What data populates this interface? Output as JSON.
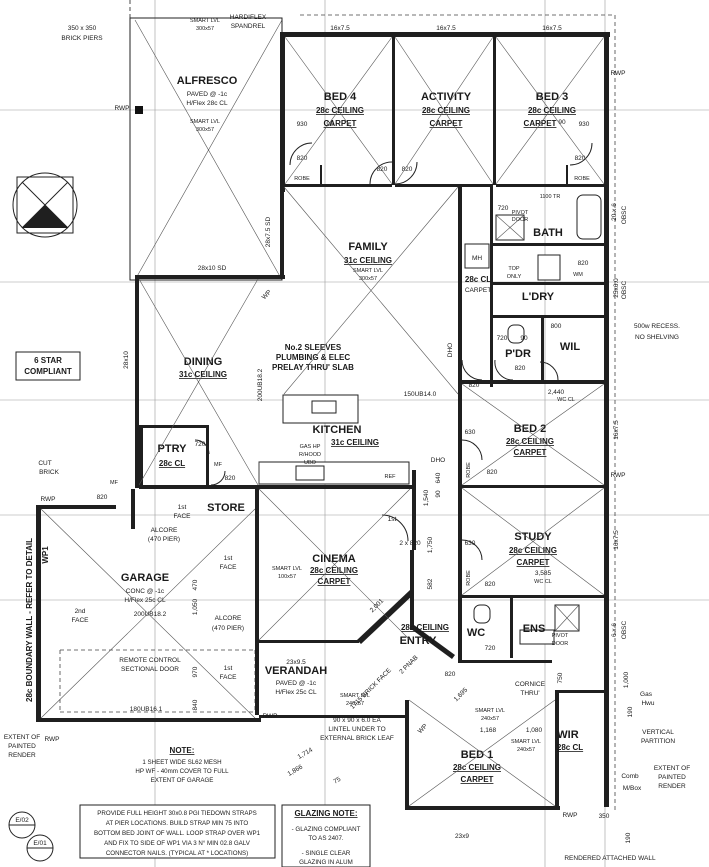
{
  "rooms": {
    "alfresco": {
      "name": "ALFRESCO",
      "l1": "PAVED @ -1c",
      "l2": "H/Flex  28c CL"
    },
    "bed4": {
      "name": "BED 4",
      "ceiling": "28c CEILING",
      "floor": "CARPET"
    },
    "activity": {
      "name": "ACTIVITY",
      "ceiling": "28c CEILING",
      "floor": "CARPET"
    },
    "bed3": {
      "name": "BED 3",
      "ceiling": "28c CEILING",
      "floor": "CARPET"
    },
    "family": {
      "name": "FAMILY",
      "ceiling": "31c CEILING",
      "beam": "SMART LVL",
      "beam_size": "300x57"
    },
    "bath": {
      "name": "BATH"
    },
    "ldry": {
      "name": "L'DRY"
    },
    "pdr": {
      "name": "P'DR"
    },
    "wil": {
      "name": "WIL"
    },
    "dining": {
      "name": "DINING",
      "ceiling": "31c CEILING"
    },
    "kitchen": {
      "name": "KITCHEN",
      "ceiling": "31c CEILING"
    },
    "bed2": {
      "name": "BED 2",
      "ceiling": "28c CEILING",
      "floor": "CARPET"
    },
    "ptry": {
      "name": "PTRY",
      "ceiling": "28c CL"
    },
    "store": {
      "name": "STORE"
    },
    "study": {
      "name": "STUDY",
      "ceiling": "28c CEILING",
      "floor": "CARPET"
    },
    "garage": {
      "name": "GARAGE",
      "l1": "CONC @ -1c",
      "l2": "H/Flex  25c CL"
    },
    "cinema": {
      "name": "CINEMA",
      "ceiling": "28c CEILING",
      "floor": "CARPET"
    },
    "entry": {
      "name": "ENTRY",
      "ceiling": "28c CEILING"
    },
    "wc": {
      "name": "WC"
    },
    "ens": {
      "name": "ENS"
    },
    "verandah": {
      "name": "VERANDAH",
      "size": "23x9.5",
      "l1": "PAVED @ -1c",
      "l2": "H/Flex  25c CL"
    },
    "bed1": {
      "name": "BED 1",
      "ceiling": "28c CEILING",
      "floor": "CARPET"
    },
    "wir": {
      "name": "WIR",
      "ceiling": "28c CL"
    }
  },
  "labels": {
    "brick_piers": "350 x 350",
    "brick_piers2": "BRICK PIERS",
    "hardiflex": "HARDIFLEX",
    "spandrel": "SPANDREL",
    "smart_lvl": "SMART LVL",
    "lvl_300": "300x57",
    "rwp": "RWP",
    "top_16x75": "16x7.5",
    "d930": "930",
    "d90": "90",
    "d820": "820",
    "robe": "ROBE",
    "x28x75sd": "28x7.5 SD",
    "x28x10sd": "28x10 SD",
    "x28x10": "28x10",
    "wp": "WP",
    "d720": "720",
    "mh": "MH",
    "top_only": "TOP",
    "only": "ONLY",
    "wm": "WM",
    "tub": "1100 TR",
    "pivot": "PIVOT",
    "door": "DOOR",
    "d800": "800",
    "recess1": "500w RECESS.",
    "recess2": "NO SHELVING",
    "dho": "DHO",
    "plumb1": "No.2 SLEEVES",
    "plumb2": "PLUMBING & ELEC",
    "plumb3": "PRELAY THRU' SLAB",
    "ub182": "200UB18.2",
    "ub14": "150UB14.0",
    "d2440": "2,440",
    "wc_cl": "WC CL",
    "d630": "630",
    "gas1": "GAS HP",
    "gas2": "R/HOOD",
    "gas3": "UBO",
    "ref": "REF",
    "mf": "MF",
    "cut_brick": "CUT",
    "brick": "BRICK",
    "star1": "6 STAR",
    "star2": "COMPLIANT",
    "alcore1": "ALCORE",
    "alcore2": "(470 PIER)",
    "first_face": "1st",
    "face": "FACE",
    "second_face": "2nd",
    "boundary": "28c BOUNDARY WALL - REFER TO DETAIL",
    "wp1": "WP1",
    "d1540": "1,540",
    "d640": "640",
    "d1750": "1,750",
    "d2x820": "2 x 820",
    "d582": "582",
    "d3585": "3,585",
    "d2001": "2,001",
    "d1050": "1,050",
    "d470": "470",
    "d970": "970",
    "d840": "840",
    "remote1": "REMOTE CONTROL",
    "remote2": "SECTIONAL DOOR",
    "ub161": "180UB16.1",
    "lvl_100": "100x57",
    "lvl_240": "240x57",
    "pnab": "2 PNAB",
    "lintel1": "90 x 90 x 6.0 EA",
    "lintel2": "LINTEL UNDER TO",
    "lintel3": "EXTERNAL BRICK LEAF",
    "ens1695": "1,695",
    "cornice1": "CORNICE",
    "cornice2": "THRU'",
    "d750": "750",
    "d1168": "1,168",
    "d1080": "1,080",
    "d1714": "1,714",
    "d1866": "1,866",
    "d75": "75",
    "d1715": "1715 BRICK FACE",
    "ext_render1": "EXTENT OF",
    "ext_render2": "PAINTED",
    "ext_render3": "RENDER",
    "gas_hwu1": "Gas",
    "gas_hwu2": "Hwu",
    "vert1": "VERTICAL",
    "vert2": "PARTITION",
    "comb1": "Comb",
    "comb2": "M/Box",
    "d1000": "1,000",
    "d190": "190",
    "d350": "350",
    "d23x9": "23x9",
    "r16x75": "16x7.5",
    "r20x6": "20 x 6",
    "obsc": "OBSC",
    "r25x6": "25x6.0",
    "r6x6": "6 x 6",
    "rendered": "RENDERED ATTACHED WALL",
    "e02": "E/02",
    "e01": "E/01"
  },
  "notes": {
    "note_title": "NOTE:",
    "note1": "1 SHEET WIDE SL62 MESH",
    "note2": "HP WF - 40mm COVER TO FULL",
    "note3": "EXTENT OF GARAGE",
    "tiedown1": "PROVIDE FULL HEIGHT 30x0.8 PGI TIEDOWN STRAPS",
    "tiedown2": "AT PIER LOCATIONS. BUILD STRAP MIN 75 INTO",
    "tiedown3": "BOTTOM BED JOINT OF WALL. LOOP STRAP OVER WP1",
    "tiedown4": "AND FIX TO SIDE OF WP1 VIA 3 N° MIN 02.8 GALV",
    "tiedown5": "CONNECTOR NAILS. (TYPICAL AT * LOCATIONS)",
    "glazing_title": "GLAZING NOTE:",
    "glazing1": "- GLAZING COMPLIANT",
    "glazing2": "TO AS 2407.",
    "glazing3": "- SINGLE CLEAR",
    "glazing4": "GLAZING IN ALUM"
  }
}
